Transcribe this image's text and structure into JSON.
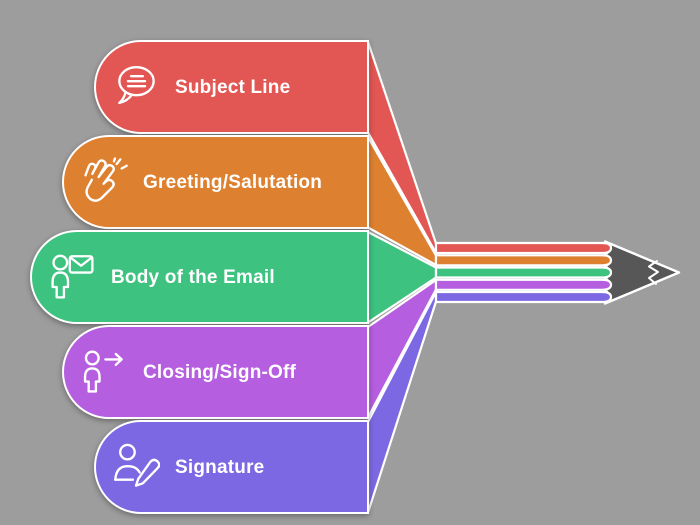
{
  "diagram": {
    "type": "infographic",
    "background_color": "#9D9D9D",
    "outline_color": "#FFFFFF",
    "text_color": "#FFFFFF",
    "items": [
      {
        "label": "Subject Line",
        "icon": "speech-bubble-icon",
        "color": "#E25653"
      },
      {
        "label": "Greeting/Salutation",
        "icon": "waving-hand-icon",
        "color": "#DD8030"
      },
      {
        "label": "Body of the Email",
        "icon": "person-envelope-icon",
        "color": "#3DC280"
      },
      {
        "label": "Closing/Sign-Off",
        "icon": "person-arrow-icon",
        "color": "#B65EE0"
      },
      {
        "label": "Signature",
        "icon": "person-pencil-icon",
        "color": "#7C68E2"
      }
    ],
    "pencil": {
      "wood_color": "#575757",
      "tip_color": "#575757"
    }
  }
}
